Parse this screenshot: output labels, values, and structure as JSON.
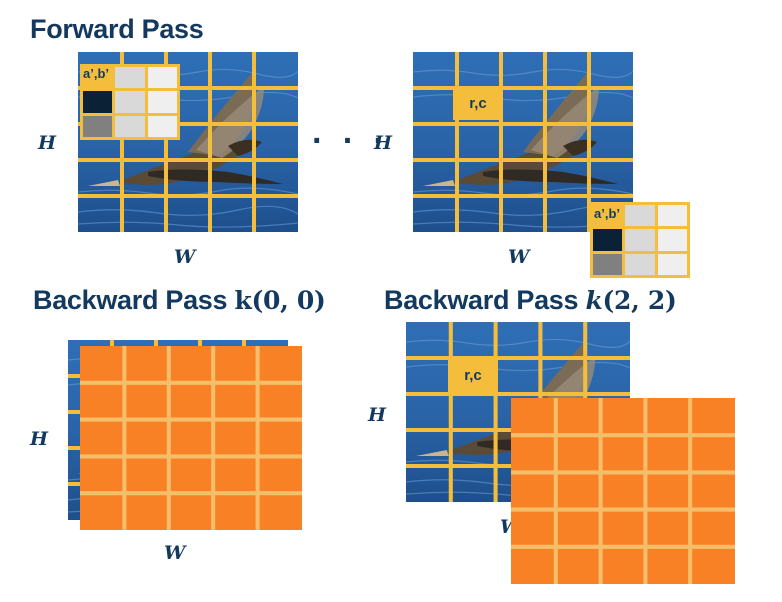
{
  "forward": {
    "title": "Forward Pass",
    "h_label": "H",
    "w_label": "W",
    "ellipsis": "· · ·",
    "left_kernel_label": "a’,b’",
    "right_position_label": "r,c",
    "right_kernel_label": "a’,b’"
  },
  "backward_left": {
    "title_text": "Backward Pass ",
    "title_math_fn": "k",
    "title_math_args": "(0, 0)",
    "h_label": "H",
    "w_label": "W"
  },
  "backward_right": {
    "title_text": "Backward Pass ",
    "title_math_fn": "k",
    "title_math_args": "(2, 2)",
    "h_label": "H",
    "w_label": "W",
    "position_label": "r,c"
  },
  "colors": {
    "title": "#133a5e",
    "grid_lines": "#f4bd3c",
    "gradient_fill": "#f88125",
    "kernel_dark": "#0b2236",
    "kernel_mid": "#808080",
    "kernel_light": "#d9d9d9",
    "kernel_lighter": "#efefef"
  }
}
